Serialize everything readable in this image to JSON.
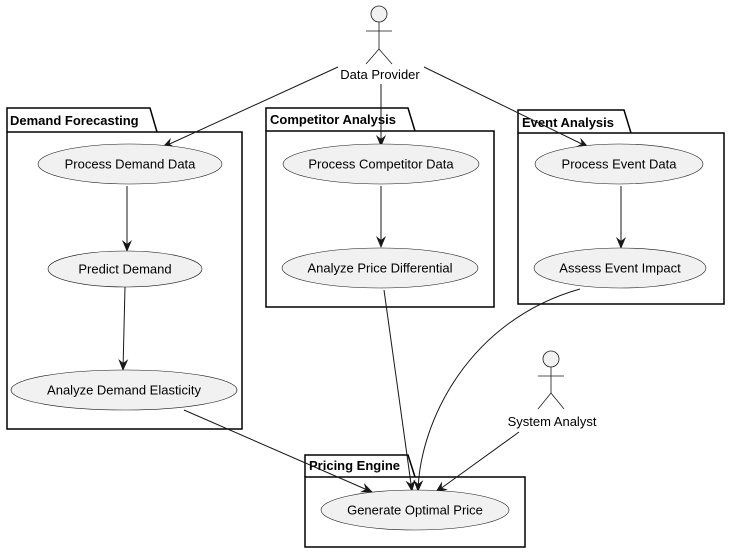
{
  "actors": {
    "data_provider": "Data Provider",
    "system_analyst": "System Analyst"
  },
  "packages": {
    "demand": {
      "title": "Demand Forecasting",
      "use_cases": [
        "Process Demand Data",
        "Predict Demand",
        "Analyze Demand Elasticity"
      ]
    },
    "competitor": {
      "title": "Competitor Analysis",
      "use_cases": [
        "Process Competitor Data",
        "Analyze Price Differential"
      ]
    },
    "event": {
      "title": "Event Analysis",
      "use_cases": [
        "Process Event Data",
        "Assess Event Impact"
      ]
    },
    "pricing": {
      "title": "Pricing Engine",
      "use_cases": [
        "Generate Optimal Price"
      ]
    }
  },
  "colors": {
    "use_case_fill": "#f1f1f1",
    "stroke": "#181818",
    "background": "#ffffff"
  }
}
